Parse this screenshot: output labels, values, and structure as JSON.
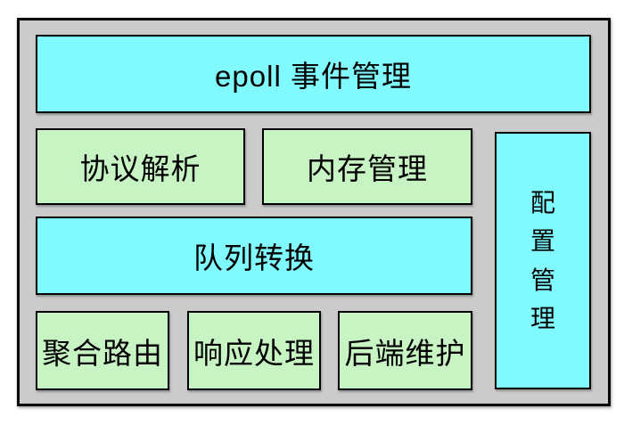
{
  "diagram": {
    "blocks": {
      "epoll": {
        "label": "epoll 事件管理"
      },
      "protocol": {
        "label": "协议解析"
      },
      "memory": {
        "label": "内存管理"
      },
      "config": {
        "label": "配置管理"
      },
      "queue": {
        "label": "队列转换"
      },
      "aggregate": {
        "label": "聚合路由"
      },
      "response": {
        "label": "响应处理"
      },
      "backend": {
        "label": "后端维护"
      }
    },
    "colors": {
      "block_cyan": "#80FAFF",
      "block_green": "#C8F3C3",
      "frame_gray": "#CBCBCB",
      "border": "#000000"
    }
  }
}
